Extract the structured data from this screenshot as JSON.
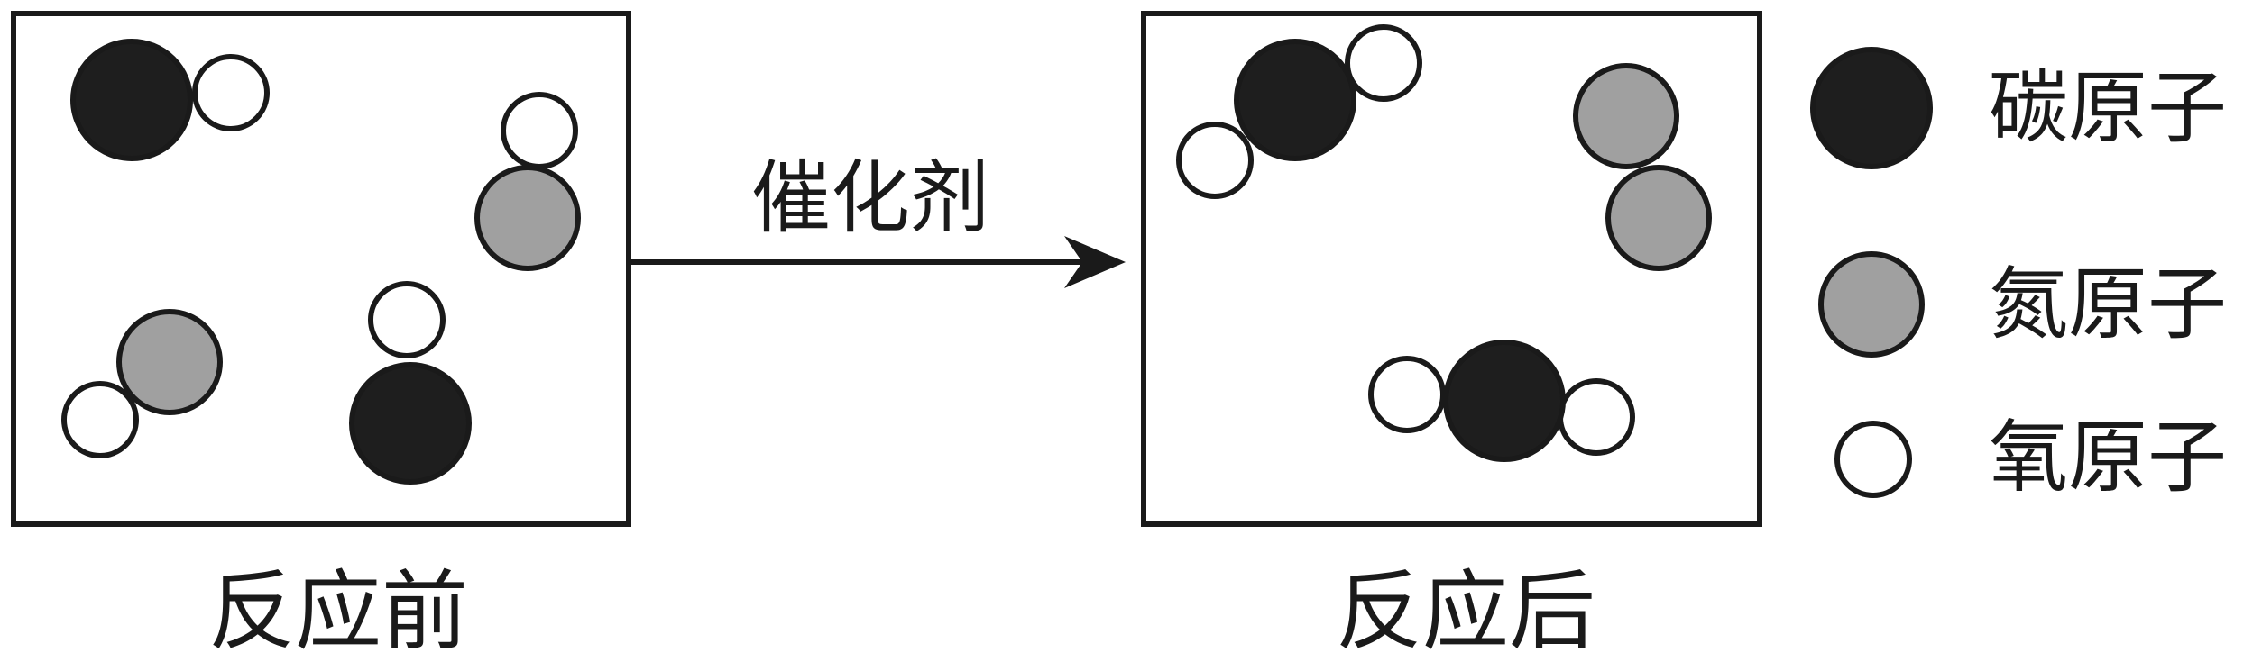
{
  "labels": {
    "before": "反应前",
    "after": "反应后",
    "catalyst": "催化剂"
  },
  "legend": [
    {
      "key": "carbon",
      "label": "碳原子"
    },
    {
      "key": "nitrogen",
      "label": "氮原子"
    },
    {
      "key": "oxygen",
      "label": "氧原子"
    }
  ],
  "colors": {
    "carbon": "#1e1e1e",
    "nitrogen": "#a0a0a0",
    "oxygen": "#ffffff",
    "stroke": "#1a1a1a"
  }
}
